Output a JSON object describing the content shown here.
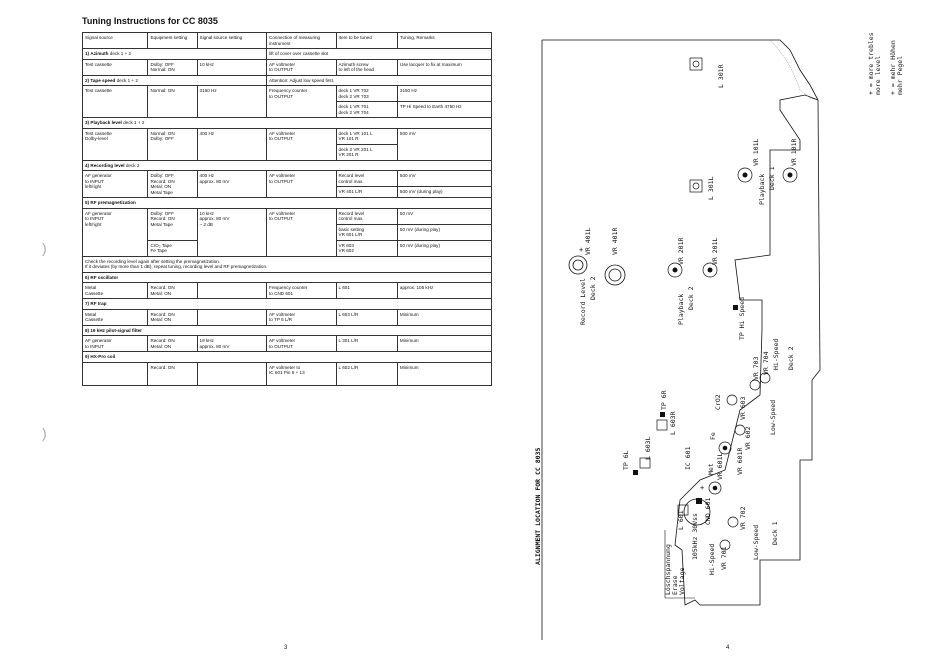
{
  "page_left": {
    "title": "Tuning Instructions for CC 8035",
    "headers": [
      "Signal source",
      "Equipment setting",
      "Signal source setting",
      "Connection of measuring instrument",
      "Item to be tuned",
      "Tuning, Remarks"
    ],
    "s1": {
      "num": "1)",
      "name": "Azimuth",
      "rest": "deck 1 + 2",
      "note": "lift of cover over cassette slot"
    },
    "s1_row": [
      "Test cassette",
      "Dolby: OFF\nNormal: ON",
      "10 kHz",
      "AF voltmeter\nto OUTPUT",
      "Azimuth screw\nto left of the head",
      "Use lacquer to fix at maximum"
    ],
    "s2": {
      "num": "2)",
      "name": "Tape speed",
      "rest": "deck 1 + 2",
      "note": "Attention: Adjust low speed first."
    },
    "s2_row": [
      "Test cassette",
      "Normal: ON",
      "3150 Hz",
      "Frequency counter\nto OUTPUT",
      "deck 1 VR 702\ndeck 2 VR 703",
      "3150 Hz"
    ],
    "s2_row2": [
      "deck 1 VR 701\ndeck 2 VR 704",
      "TP Hi Speed to Earth 4750 Hz"
    ],
    "s3": {
      "num": "3)",
      "name": "Playback level",
      "rest": "deck 1 + 2"
    },
    "s3_row": [
      "Test cassette\nDolby-level",
      "Normal: ON\nDolby: OFF",
      "400 Hz",
      "AF voltmeter\nto OUTPUT",
      "deck 1 VR 101 L\nVR 101 R",
      "500 mV"
    ],
    "s3_row2": [
      "deck 2 VR 201 L\nVR 201 R"
    ],
    "s4": {
      "num": "4)",
      "name": "Recording level",
      "rest": "deck 2"
    },
    "s4_row": [
      "AF generator\nto INPUT\nleft/right",
      "Dolby: OFF\nRecord: ON\nMetal: ON\nMetal Tape",
      "400 Hz\napprox. 80 mV",
      "AF voltmeter\nto OUTPUT",
      "Record level\ncontrol max.",
      "500 mV"
    ],
    "s4_row2": [
      "VR 401 L/R",
      "500 mV (during play)"
    ],
    "s5": {
      "num": "5)",
      "name": "RF premagnetization"
    },
    "s5_row": [
      "AF generator\nto INPUT\nleft/right",
      "Dolby: OFF\nRecord: ON\nMetal Tape",
      "10 kHz\napprox. 80 mV\n− 2 dB",
      "AF voltmeter\nto OUTPUT",
      "Record level\ncontrol max.",
      "50 mV"
    ],
    "s5_row2": [
      "basic setting\nVR 601 L/R",
      "50 mV (during play)"
    ],
    "s5_row3": [
      "CrO₂ Tape\nFe Tape",
      "VR 603\nVR 602",
      "50 mV (during play)"
    ],
    "s5_note": "Check the recording level again after setting the premagnetization.\nIf it deviates (by more than 1 dB), repeat tuning, recording level and RF premagnetization.",
    "s6": {
      "num": "6)",
      "name": "RF oscillator"
    },
    "s6_row": [
      "Metal\nCassette",
      "Record: ON\nMetal: ON",
      "",
      "Frequency counter\nto CND 601",
      "L 601",
      "approx. 105 kHz"
    ],
    "s7": {
      "num": "7)",
      "name": "RF trap"
    },
    "s7_row": [
      "Metal\nCassette",
      "Record: ON\nMetal: ON",
      "",
      "AF voltmeter\nto TP 6 L/R",
      "L 603 L/R",
      "Minimum"
    ],
    "s8": {
      "num": "8)",
      "name": "19 kHz pilot-signal filter"
    },
    "s8_row": [
      "AF generator\nto INPUT",
      "Record: ON\nMetal: ON",
      "19 kHz\napprox. 80 mV",
      "AF voltmeter\nto OUTPUT",
      "L 301 L/R",
      "Minimum"
    ],
    "s9": {
      "num": "9)",
      "name": "HX-Pro coil"
    },
    "s9_row": [
      "",
      "Record: ON",
      "",
      "AF voltmeter to\nIC 601 Pin 6 + 13",
      "L 602 L/R",
      "Minimum"
    ],
    "page_number": "3"
  },
  "page_right": {
    "alignment_title": "ALIGNMENT LOCATION FOR CC 8035",
    "legend_1": "+ = more trebles",
    "legend_1b": "more level",
    "legend_2": "+ = mehr Höhen",
    "legend_2b": "mehr Pegel",
    "labels": {
      "l301r": "L 301R",
      "l301l": "L 301L",
      "vr101l": "VR 101L",
      "vr101r": "VR 101R",
      "playback_deck1": "Playback",
      "deck1a": "Deck 1",
      "vr401l": "VR 401L",
      "vr401r": "VR 401R",
      "record_level": "Record Level",
      "deck2a": "Deck 2",
      "vr201r": "VR 201R",
      "vr201l": "VR 201L",
      "playback2": "Playback",
      "deck2b": "Deck 2",
      "tp_hi_speed": "TP Hi Speed",
      "hi_speed": "Hi-Speed",
      "deck2c": "Deck 2",
      "vr703": "VR 703",
      "vr704": "VR 704",
      "low_speed": "Low-Speed",
      "cr02": "CrO2",
      "vr603": "VR 603",
      "vr602": "VR 602",
      "vr601r": "VR 601R",
      "vr601l": "VR 601L",
      "met": "Met",
      "fe": "Fe",
      "cnd601": "CND 601",
      "ic601": "IC 601",
      "tp6r": "TP 6R",
      "l603r": "L 603R",
      "tp6l": "TP 6L",
      "l603l": "L 603L",
      "l601": "L 601",
      "vr702": "VR 702",
      "vr701": "VR 701",
      "hi_speed1": "Hi-Speed",
      "low_speed1": "Low-Speed",
      "deck1b": "Deck 1",
      "osc1": "Löschspannung",
      "osc2": "Erase",
      "osc3": "Voltage",
      "osc4": "105kHz 30Vss"
    },
    "page_number": "4"
  }
}
